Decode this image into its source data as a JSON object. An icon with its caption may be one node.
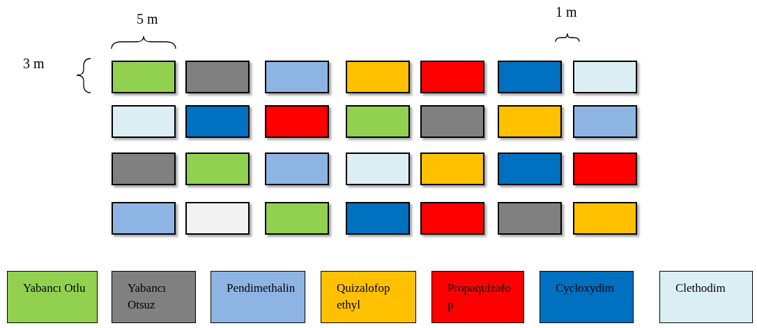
{
  "diagram": {
    "nodes": [
      {
        "text": [],
        "shape": "box"
      },
      {
        "text": [],
        "shape": "box"
      },
      {
        "text": [],
        "shape": "box"
      },
      {
        "text": [],
        "shape": "box"
      },
      {
        "text": [],
        "shape": "box"
      },
      {
        "text": [],
        "shape": "box"
      },
      {
        "text": [],
        "shape": "box"
      },
      {
        "text": [],
        "shape": "box"
      },
      {
        "text": [],
        "shape": "box"
      },
      {
        "text": [],
        "shape": "box"
      },
      {
        "text": [],
        "shape": "box"
      },
      {
        "text": [],
        "shape": "box"
      },
      {
        "text": [],
        "shape": "box"
      },
      {
        "text": [],
        "shape": "box"
      },
      {
        "text": [],
        "shape": "box"
      },
      {
        "text": [],
        "shape": "box"
      },
      {
        "text": [],
        "shape": "box"
      },
      {
        "text": [],
        "shape": "box"
      },
      {
        "text": [],
        "shape": "box"
      },
      {
        "text": [],
        "shape": "box"
      },
      {
        "text": [],
        "shape": "box"
      },
      {
        "text": [],
        "shape": "box"
      },
      {
        "text": [],
        "shape": "box"
      },
      {
        "text": [],
        "shape": "box"
      },
      {
        "text": [],
        "shape": "box"
      },
      {
        "text": [],
        "shape": "box"
      },
      {
        "text": [],
        "shape": "box"
      },
      {
        "text": [],
        "shape": "box"
      }
    ],
    "labels": [
      "5 m",
      "1 m",
      "3 m"
    ],
    "legend": [
      {
        "text": "Yabancı Otlu",
        "color": "#92d050"
      },
      {
        "text": "Yabancı Otsuz",
        "color": "#808080"
      },
      {
        "text": "Pendimethalin",
        "color": "#8eb4e3"
      },
      {
        "text": "Quizalofop ethyl",
        "color": "#ffc000"
      },
      {
        "text": "Propaquizafop",
        "color": "#ff0000"
      },
      {
        "text": "Cycloxydim",
        "color": "#0070c0"
      },
      {
        "text": "Clethodim",
        "color": "#dbeef4"
      }
    ]
  }
}
